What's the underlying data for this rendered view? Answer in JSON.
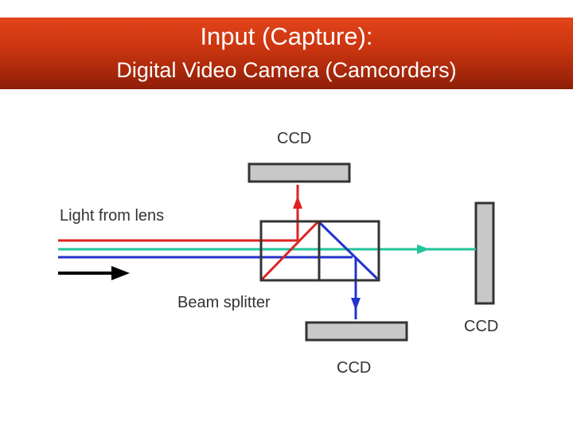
{
  "title": {
    "line1": "Input (Capture):",
    "line2": "Digital Video Camera (Camcorders)"
  },
  "diagram": {
    "labels": {
      "light_from_lens": "Light from lens",
      "beam_splitter": "Beam splitter",
      "ccd_top": "CCD",
      "ccd_right": "CCD",
      "ccd_bottom": "CCD"
    },
    "colors": {
      "title_bar": "#c8340f",
      "red_beam": "#dd2222",
      "green_beam": "#22c39a",
      "blue_beam": "#2233cc",
      "ccd_fill": "#c8c8c8",
      "arrow": "#000000"
    }
  }
}
